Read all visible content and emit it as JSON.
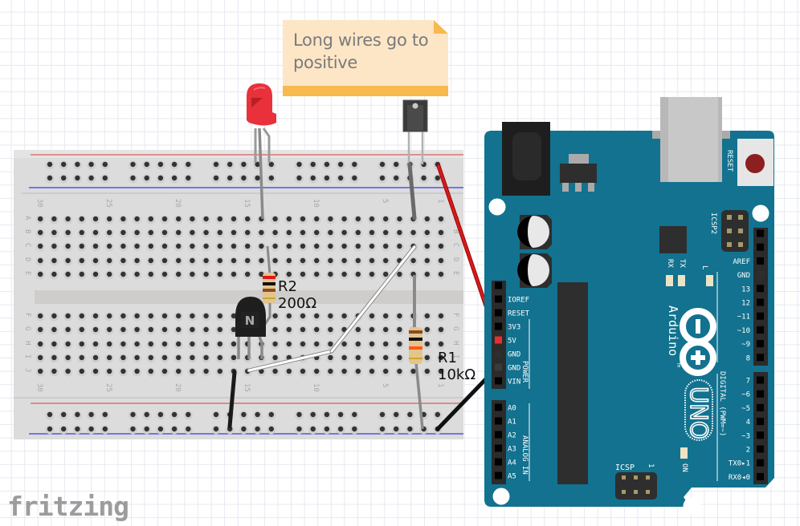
{
  "app": {
    "logo_text": "fritzing"
  },
  "note": {
    "text": "Long wires go to positive"
  },
  "breadboard": {
    "column_labels_top": [
      "30",
      "25",
      "20",
      "15",
      "10",
      "5",
      "1"
    ],
    "column_labels_bottom": [
      "30",
      "25",
      "20",
      "15",
      "10",
      "5",
      "1"
    ],
    "row_labels_top": [
      "A",
      "B",
      "C",
      "D",
      "E"
    ],
    "row_labels_bottom": [
      "F",
      "G",
      "H",
      "I",
      "J"
    ],
    "rail_colors": {
      "positive": "#e05a5a",
      "negative": "#3a3ae0"
    }
  },
  "components": {
    "r1": {
      "label": "R1",
      "value": "10kΩ",
      "bands": [
        "#8a4b1f",
        "#111111",
        "#ff5a1a",
        "#c9a832"
      ]
    },
    "r2": {
      "label": "R2",
      "value": "200Ω",
      "bands": [
        "#e01818",
        "#111111",
        "#8a4b1f",
        "#c9a832"
      ]
    },
    "transistor": {
      "label": "N",
      "type": "NPN"
    },
    "led": {
      "color": "#e8313a"
    },
    "sensor": {
      "type": "phototransistor"
    }
  },
  "wires": [
    {
      "id": "wire-5v",
      "color": "#cc1111",
      "from": "Arduino 5V",
      "to": "top positive rail"
    },
    {
      "id": "wire-gnd",
      "color": "#222222",
      "from": "Arduino GND",
      "to": "bottom ground rail"
    },
    {
      "id": "wire-white",
      "color": "#ffffff",
      "from": "transistor base",
      "to": "sensor row"
    },
    {
      "id": "wire-black-jumper",
      "color": "#222222",
      "from": "transistor emitter",
      "to": "bottom ground rail"
    }
  ],
  "arduino": {
    "brand": "Arduino",
    "tm": "TM",
    "model": "UNO",
    "reset_label": "RESET",
    "icsp2_label": "ICSP2",
    "icsp_label": "ICSP",
    "icsp_pin1": "1",
    "on_label": "ON",
    "l_label": "L",
    "tx_label": "TX",
    "rx_label": "RX",
    "power_header_title": "POWER",
    "analog_header_title": "ANALOG IN",
    "digital_header_title": "DIGITAL (PWM=~)",
    "power_pins": [
      "IOREF",
      "RESET",
      "3V3",
      "5V",
      "GND",
      "GND",
      "VIN"
    ],
    "analog_pins": [
      "A0",
      "A1",
      "A2",
      "A3",
      "A4",
      "A5"
    ],
    "digital_high_pins": [
      "AREF",
      "GND",
      "13",
      "12",
      "~11",
      "~10",
      "~9",
      "8"
    ],
    "digital_low_pins": [
      "7",
      "~6",
      "~5",
      "4",
      "~3",
      "2",
      "TX0▸1",
      "RX0◂0"
    ],
    "board_color": "#12728f"
  }
}
